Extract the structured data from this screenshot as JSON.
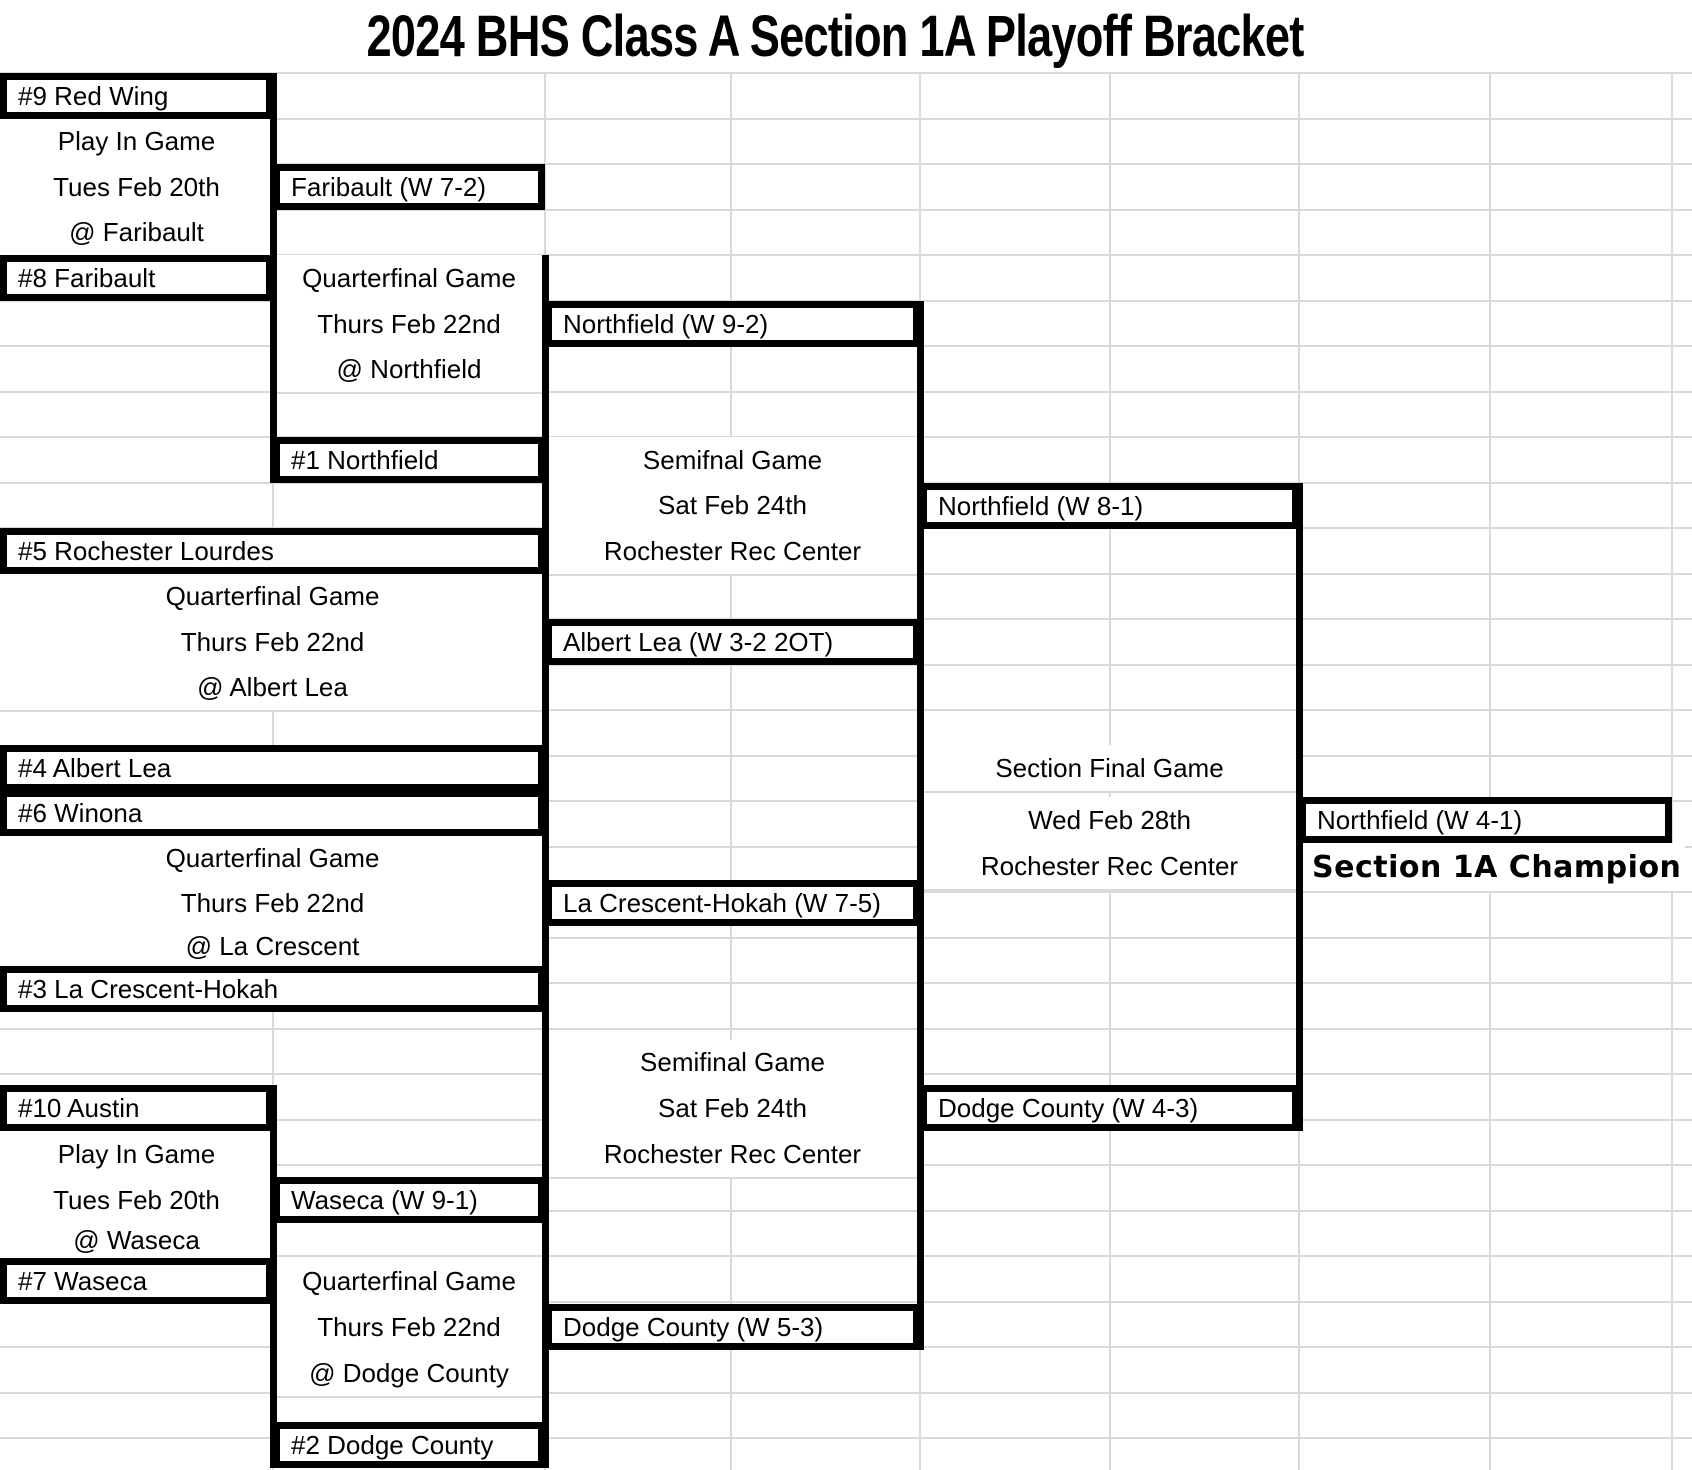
{
  "title": "2024 BHS Class A Section 1A Playoff Bracket",
  "colors": {
    "background": "#ffffff",
    "text": "#000000",
    "bracket_border": "#000000",
    "gridline": "#d9d9d9"
  },
  "bracket": {
    "elements": [
      {
        "id": "seed-9-red-wing",
        "type": "team-box",
        "label": "#9 Red Wing"
      },
      {
        "id": "playin1-name",
        "type": "info-text",
        "label": "Play In Game"
      },
      {
        "id": "playin1-date",
        "type": "info-text",
        "label": "Tues Feb 20th"
      },
      {
        "id": "playin1-site",
        "type": "info-text",
        "label": "@ Faribault"
      },
      {
        "id": "seed-8-faribault",
        "type": "team-box",
        "label": "#8 Faribault"
      },
      {
        "id": "winner-playin1",
        "type": "winner-box",
        "label": "Faribault (W 7-2)"
      },
      {
        "id": "qf1-name",
        "type": "info-text",
        "label": "Quarterfinal Game"
      },
      {
        "id": "qf1-date",
        "type": "info-text",
        "label": "Thurs Feb 22nd"
      },
      {
        "id": "qf1-site",
        "type": "info-text",
        "label": "@ Northfield"
      },
      {
        "id": "seed-1-northfield",
        "type": "team-box",
        "label": "#1 Northfield"
      },
      {
        "id": "winner-qf1",
        "type": "winner-box",
        "label": "Northfield (W 9-2)"
      },
      {
        "id": "sf1-name",
        "type": "info-text",
        "label": "Semifnal Game"
      },
      {
        "id": "sf1-date",
        "type": "info-text",
        "label": "Sat Feb 24th"
      },
      {
        "id": "sf1-site",
        "type": "info-text",
        "label": "Rochester Rec Center"
      },
      {
        "id": "winner-sf1",
        "type": "winner-box",
        "label": "Northfield (W 8-1)"
      },
      {
        "id": "seed-5-rochester-lourdes",
        "type": "team-box",
        "label": "#5 Rochester Lourdes"
      },
      {
        "id": "qf2-name",
        "type": "info-text",
        "label": "Quarterfinal Game"
      },
      {
        "id": "qf2-date",
        "type": "info-text",
        "label": "Thurs Feb 22nd"
      },
      {
        "id": "qf2-site",
        "type": "info-text",
        "label": "@ Albert Lea"
      },
      {
        "id": "seed-4-albert-lea",
        "type": "team-box",
        "label": "#4 Albert Lea"
      },
      {
        "id": "winner-qf2",
        "type": "winner-box",
        "label": "Albert Lea (W 3-2 2OT)"
      },
      {
        "id": "final-name",
        "type": "info-text",
        "label": "Section Final Game"
      },
      {
        "id": "final-date",
        "type": "info-text",
        "label": "Wed Feb 28th"
      },
      {
        "id": "winner-final",
        "type": "winner-box",
        "label": "Northfield (W 4-1)"
      },
      {
        "id": "final-site",
        "type": "info-text",
        "label": "Rochester Rec Center"
      },
      {
        "id": "champion-label",
        "type": "champion",
        "label": "Section 1A Champion"
      },
      {
        "id": "seed-6-winona",
        "type": "team-box",
        "label": "#6 Winona"
      },
      {
        "id": "qf3-name",
        "type": "info-text",
        "label": "Quarterfinal Game"
      },
      {
        "id": "qf3-date",
        "type": "info-text",
        "label": "Thurs Feb 22nd"
      },
      {
        "id": "qf3-site",
        "type": "info-text",
        "label": "@ La Crescent"
      },
      {
        "id": "seed-3-la-crescent-hokah",
        "type": "team-box",
        "label": "#3 La Crescent-Hokah"
      },
      {
        "id": "winner-qf3",
        "type": "winner-box",
        "label": "La Crescent-Hokah (W 7-5)"
      },
      {
        "id": "sf2-name",
        "type": "info-text",
        "label": "Semifinal Game"
      },
      {
        "id": "sf2-date",
        "type": "info-text",
        "label": "Sat Feb 24th"
      },
      {
        "id": "sf2-site",
        "type": "info-text",
        "label": "Rochester Rec Center"
      },
      {
        "id": "winner-sf2",
        "type": "winner-box",
        "label": "Dodge County (W 4-3)"
      },
      {
        "id": "seed-10-austin",
        "type": "team-box",
        "label": "#10 Austin"
      },
      {
        "id": "playin2-name",
        "type": "info-text",
        "label": "Play In Game"
      },
      {
        "id": "playin2-date",
        "type": "info-text",
        "label": "Tues Feb 20th"
      },
      {
        "id": "playin2-site",
        "type": "info-text",
        "label": "@ Waseca"
      },
      {
        "id": "seed-7-waseca",
        "type": "team-box",
        "label": "#7 Waseca"
      },
      {
        "id": "winner-playin2",
        "type": "winner-box",
        "label": "Waseca (W 9-1)"
      },
      {
        "id": "qf4-name",
        "type": "info-text",
        "label": "Quarterfinal Game"
      },
      {
        "id": "qf4-date",
        "type": "info-text",
        "label": "Thurs Feb 22nd"
      },
      {
        "id": "qf4-site",
        "type": "info-text",
        "label": "@ Dodge County"
      },
      {
        "id": "seed-2-dodge-county",
        "type": "team-box",
        "label": "#2 Dodge County"
      },
      {
        "id": "winner-qf4",
        "type": "winner-box",
        "label": "Dodge County (W 5-3)"
      }
    ]
  }
}
